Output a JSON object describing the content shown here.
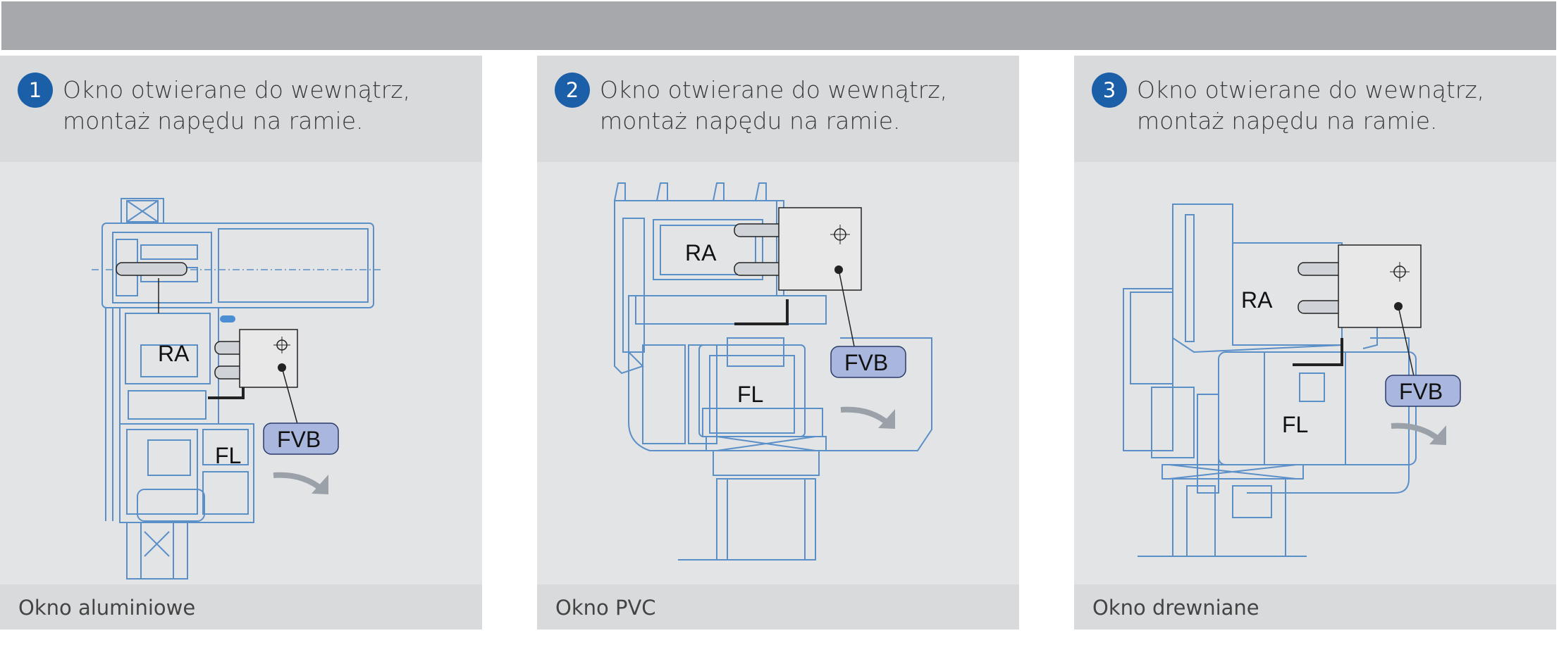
{
  "panels": [
    {
      "number": "1",
      "title_line1": "Okno otwierane do wewnątrz,",
      "title_line2": "montaż napędu na ramie.",
      "caption": "Okno aluminiowe",
      "labels": {
        "frame": "RA",
        "sash": "FL",
        "drive": "FVB"
      }
    },
    {
      "number": "2",
      "title_line1": "Okno otwierane do wewnątrz,",
      "title_line2": "montaż napędu na ramie.",
      "caption": "Okno PVC",
      "labels": {
        "frame": "RA",
        "sash": "FL",
        "drive": "FVB"
      }
    },
    {
      "number": "3",
      "title_line1": "Okno otwierane do wewnątrz,",
      "title_line2": "montaż napędu na ramie.",
      "caption": "Okno drewniane",
      "labels": {
        "frame": "RA",
        "sash": "FL",
        "drive": "FVB"
      }
    }
  ],
  "colors": {
    "badge": "#1b5fa8",
    "profile": "#5b8fc7",
    "drive_label": "#a9b7de",
    "arrow": "#9aa1a8"
  }
}
